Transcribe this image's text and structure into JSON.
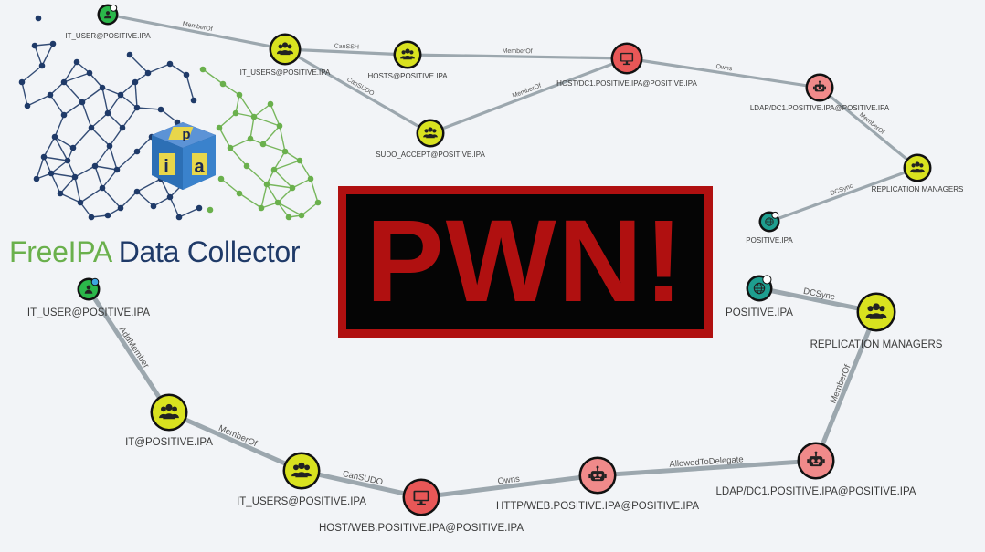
{
  "banner": {
    "text": "PWN!"
  },
  "logo": {
    "brand_first": "FreeIPA",
    "brand_rest": " Data Collector",
    "cube_letters": [
      "p",
      "i",
      "a"
    ],
    "colors": {
      "navy": "#1f3a68",
      "green": "#6ab04c",
      "cube": "#2c6fb5"
    }
  },
  "colors": {
    "group": "#d9e21f",
    "host": "#e85757",
    "service": "#f08a8a",
    "user": "#2bb74a",
    "domain": "#1e9e8f",
    "edge": "#8e9aa2",
    "banner_red": "#b01010"
  },
  "icons": {
    "group": "group-icon",
    "host": "monitor-icon",
    "service": "robot-icon",
    "user": "user-icon",
    "domain": "globe-icon"
  },
  "graph_top": {
    "nodes": [
      {
        "id": "t_user",
        "label": "IT_USER@POSITIVE.IPA",
        "type": "user"
      },
      {
        "id": "t_users",
        "label": "IT_USERS@POSITIVE.IPA",
        "type": "group"
      },
      {
        "id": "t_hosts",
        "label": "HOSTS@POSITIVE.IPA",
        "type": "group"
      },
      {
        "id": "t_sudo",
        "label": "SUDO_ACCEPT@POSITIVE.IPA",
        "type": "group"
      },
      {
        "id": "t_hostdc",
        "label": "HOST/DC1.POSITIVE.IPA@POSITIVE.IPA",
        "type": "host"
      },
      {
        "id": "t_ldap",
        "label": "LDAP/DC1.POSITIVE.IPA@POSITIVE.IPA",
        "type": "service"
      },
      {
        "id": "t_repl",
        "label": "REPLICATION MANAGERS",
        "type": "group"
      },
      {
        "id": "t_domain",
        "label": "POSITIVE.IPA",
        "type": "domain"
      }
    ],
    "edges": [
      {
        "from": "t_user",
        "to": "t_users",
        "label": "MemberOf"
      },
      {
        "from": "t_users",
        "to": "t_hosts",
        "label": "CanSSH"
      },
      {
        "from": "t_users",
        "to": "t_sudo",
        "label": "CanSUDO"
      },
      {
        "from": "t_hosts",
        "to": "t_hostdc",
        "label": "MemberOf"
      },
      {
        "from": "t_sudo",
        "to": "t_hostdc",
        "label": "MemberOf"
      },
      {
        "from": "t_hostdc",
        "to": "t_ldap",
        "label": "Owns"
      },
      {
        "from": "t_ldap",
        "to": "t_repl",
        "label": "MemberOf"
      },
      {
        "from": "t_repl",
        "to": "t_domain",
        "label": "DCSync"
      }
    ]
  },
  "graph_bottom": {
    "nodes": [
      {
        "id": "b_user",
        "label": "IT_USER@POSITIVE.IPA",
        "type": "user"
      },
      {
        "id": "b_it",
        "label": "IT@POSITIVE.IPA",
        "type": "group"
      },
      {
        "id": "b_users",
        "label": "IT_USERS@POSITIVE.IPA",
        "type": "group"
      },
      {
        "id": "b_hostweb",
        "label": "HOST/WEB.POSITIVE.IPA@POSITIVE.IPA",
        "type": "host"
      },
      {
        "id": "b_http",
        "label": "HTTP/WEB.POSITIVE.IPA@POSITIVE.IPA",
        "type": "service"
      },
      {
        "id": "b_ldap",
        "label": "LDAP/DC1.POSITIVE.IPA@POSITIVE.IPA",
        "type": "service"
      },
      {
        "id": "b_repl",
        "label": "REPLICATION MANAGERS",
        "type": "group"
      },
      {
        "id": "b_domain",
        "label": "POSITIVE.IPA",
        "type": "domain"
      }
    ],
    "edges": [
      {
        "from": "b_user",
        "to": "b_it",
        "label": "AddMember"
      },
      {
        "from": "b_it",
        "to": "b_users",
        "label": "MemberOf"
      },
      {
        "from": "b_users",
        "to": "b_hostweb",
        "label": "CanSUDO"
      },
      {
        "from": "b_hostweb",
        "to": "b_http",
        "label": "Owns"
      },
      {
        "from": "b_http",
        "to": "b_ldap",
        "label": "AllowedToDelegate"
      },
      {
        "from": "b_ldap",
        "to": "b_repl",
        "label": "MemberOf"
      },
      {
        "from": "b_domain",
        "to": "b_repl",
        "label": "DCSync"
      }
    ]
  }
}
